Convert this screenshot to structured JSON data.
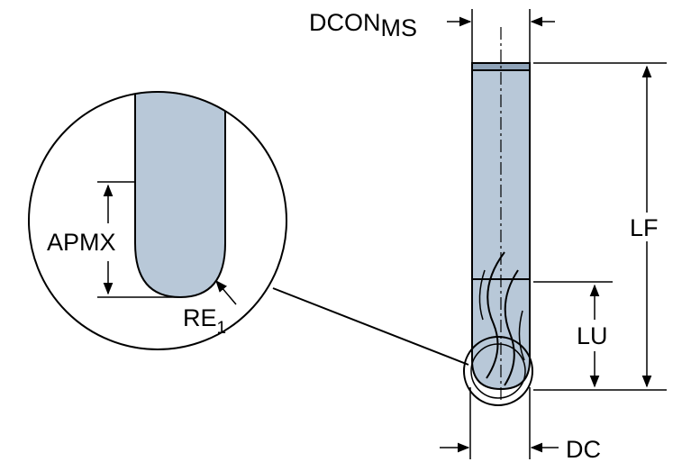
{
  "labels": {
    "dcon": "DCON",
    "dcon_sub": "MS",
    "lf": "LF",
    "lu": "LU",
    "dc": "DC",
    "apmx": "APMX",
    "re": "RE",
    "re_sub": "1"
  },
  "colors": {
    "tool_fill": "#b8c8d8",
    "tool_dark": "#8fa3b8",
    "line": "#000000",
    "background": "#ffffff"
  }
}
